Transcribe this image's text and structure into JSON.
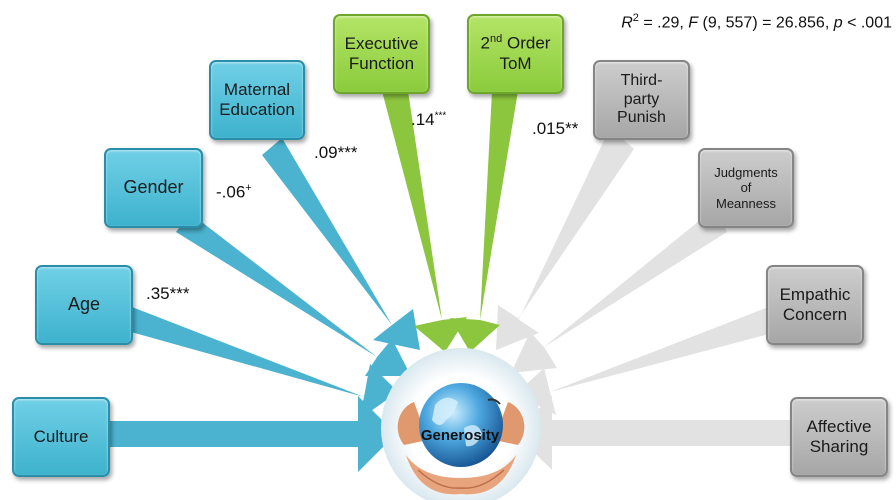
{
  "stats": {
    "r_symbol": "R",
    "r_exp": "2",
    "r_value": " = .29, ",
    "f_symbol": "F",
    "f_value": " (9, 557) = 26.856, ",
    "p_symbol": "p",
    "p_value": " < .001"
  },
  "center_label": "Generosity",
  "predictors": {
    "culture": "Culture",
    "age": "Age",
    "gender": "Gender",
    "maternal_line1": "Maternal",
    "maternal_line2": "Education",
    "exec_line1": "Executive",
    "exec_line2": "Function",
    "tom_ord": "2",
    "tom_sup": "nd",
    "tom_rest": " Order",
    "tom_line2": "ToM",
    "third_line1": "Third-",
    "third_line2": "party",
    "third_line3": "Punish",
    "judg_line1": "Judgments",
    "judg_line2": "of",
    "judg_line3": "Meanness",
    "empathic_line1": "Empathic",
    "empathic_line2": "Concern",
    "affective_line1": "Affective",
    "affective_line2": "Sharing"
  },
  "coefficients": {
    "age": ".35***",
    "gender_base": "-.06",
    "gender_sup": "+",
    "maternal": ".09***",
    "exec_base": ".14",
    "exec_sup": "***",
    "tom": ".015**"
  },
  "colors": {
    "blue_arrow": "#4bb3cf",
    "green_arrow": "#8cc63f",
    "gray_arrow": "#e3e3e3",
    "blue_box": "#3fb1cc",
    "green_box": "#92d050",
    "gray_box": "#a6a6a6"
  },
  "icons": {
    "center": "globe-in-hands-icon"
  }
}
